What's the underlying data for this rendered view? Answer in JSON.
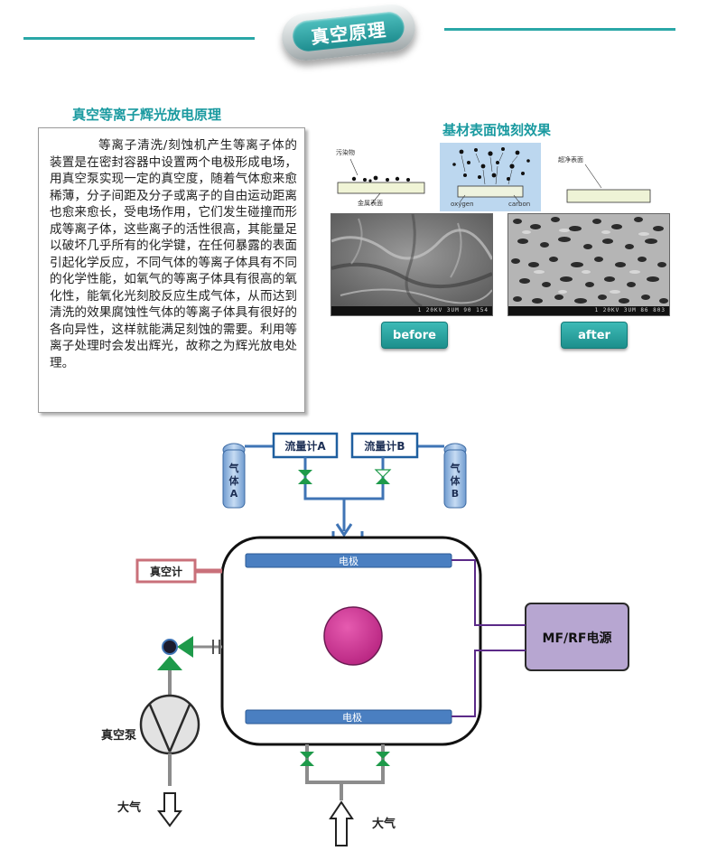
{
  "header": {
    "badge_title": "真空原理"
  },
  "left_section": {
    "title": "真空等离子辉光放电原理",
    "paragraph": "等离子清洗/刻蚀机产生等离子体的装置是在密封容器中设置两个电极形成电场，用真空泵实现一定的真空度，随着气体愈来愈稀薄，分子间距及分子或离子的自由运动距离也愈来愈长，受电场作用，它们发生碰撞而形成等离子体，这些离子的活性很高，其能量足以破坏几乎所有的化学键，在任何暴露的表面引起化学反应，不同气体的等离子体具有不同的化学性能，如氧气的等离子体具有很高的氧化性，能氧化光刻胶反应生成气体，从而达到清洗的效果腐蚀性气体的等离子体具有很好的各向异性，这样就能满足刻蚀的需要。利用等离子处理时会发出辉光，故称之为辉光放电处理。"
  },
  "right_section": {
    "title": "基材表面蚀刻效果",
    "panel1": {
      "label_contaminant": "污染物",
      "label_surface": "金属表面"
    },
    "panel2": {
      "label_oxygen": "oxygen",
      "label_carbon": "carbon"
    },
    "panel3": {
      "label_clean": "超净表面"
    },
    "sem_left_bar": "1  20KV  3UM  90 154",
    "sem_right_bar": "1  20KV  3UM  86 803",
    "before_label": "before",
    "after_label": "after"
  },
  "diagram": {
    "flowmeter_a": "流量计A",
    "flowmeter_b": "流量计B",
    "gas_a": [
      "气",
      "体",
      "A"
    ],
    "gas_b": [
      "气",
      "体",
      "B"
    ],
    "vacuum_gauge": "真空计",
    "electrode_top": "电极",
    "electrode_bottom": "电极",
    "power_supply": "MF/RF电源",
    "vacuum_pump": "真空泵",
    "atmosphere_left": "大气",
    "atmosphere_bottom": "大气"
  },
  "colors": {
    "accent": "#2aa7a7",
    "title_teal": "#1a9aa0",
    "electrode": "#4a7fc1",
    "flowmeter_border": "#1f5f9f",
    "gauge_border": "#c9707a",
    "power_fill": "#b7a6d1",
    "plasma": "#c7348f",
    "valve_green": "#1e9a4a",
    "pipe_gray": "#8c8c8c",
    "pipe_blue": "#3f74b5",
    "wire_purple": "#5b2a88"
  }
}
